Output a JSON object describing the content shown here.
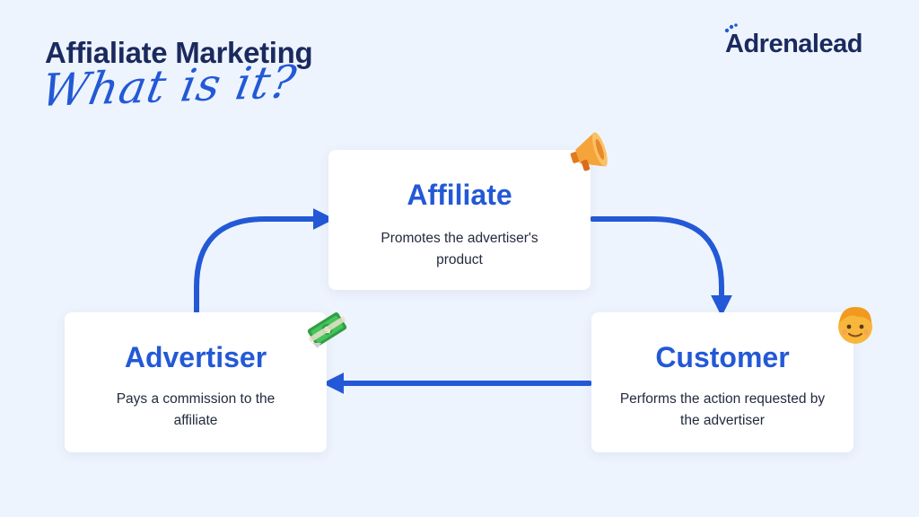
{
  "header": {
    "title": "Affialiate Marketing",
    "subtitle": "What is it?"
  },
  "logo": {
    "first_letter": "A",
    "rest": "drenalead"
  },
  "nodes": {
    "affiliate": {
      "title": "Affiliate",
      "description": "Promotes the advertiser's product",
      "icon": "megaphone-icon"
    },
    "advertiser": {
      "title": "Advertiser",
      "description": "Pays a commission to the affiliate",
      "icon": "money-icon"
    },
    "customer": {
      "title": "Customer",
      "description": "Performs the action requested by the advertiser",
      "icon": "face-icon"
    }
  },
  "colors": {
    "background": "#eef4fd",
    "accent": "#2359d6",
    "navy": "#1b2a5e"
  }
}
